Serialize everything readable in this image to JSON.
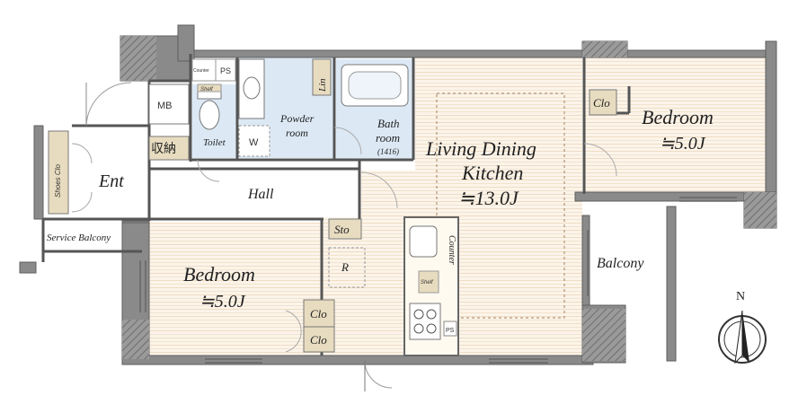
{
  "rooms": {
    "ldk_line1": "Living Dining",
    "ldk_line2": "Kitchen",
    "ldk_area": "≒13.0J",
    "bedroom_right": "Bedroom",
    "bedroom_right_area": "≒5.0J",
    "bedroom_left": "Bedroom",
    "bedroom_left_area": "≒5.0J",
    "entrance": "Ent",
    "hall": "Hall",
    "toilet": "Toilet",
    "powder_line1": "Powder",
    "powder_line2": "room",
    "bath_line1": "Bath",
    "bath_line2": "room",
    "bath_size": "(1416)",
    "balcony": "Balcony",
    "service_balcony": "Service Balcony"
  },
  "fixtures": {
    "mb": "MB",
    "storage_jp": "収納",
    "shoes_clo": "Shoes Clo",
    "counter_small": "Counter",
    "ps_top": "PS",
    "ps_kitchen": "PS",
    "shelf_top": "Shelf",
    "shelf_kitchen": "Shelf",
    "lin": "Lin",
    "w": "W",
    "sto": "Sto",
    "r": "R",
    "counter": "Counter",
    "clo_right": "Clo",
    "clo_left_1": "Clo",
    "clo_left_2": "Clo"
  },
  "compass": {
    "north": "N"
  },
  "colors": {
    "wall": "#8a8a8a",
    "wall_edge": "#5f5f5f",
    "wet_area": "#dce9f5",
    "floor_stripe": "#f7e9d8",
    "closet": "#e8dcc0"
  }
}
